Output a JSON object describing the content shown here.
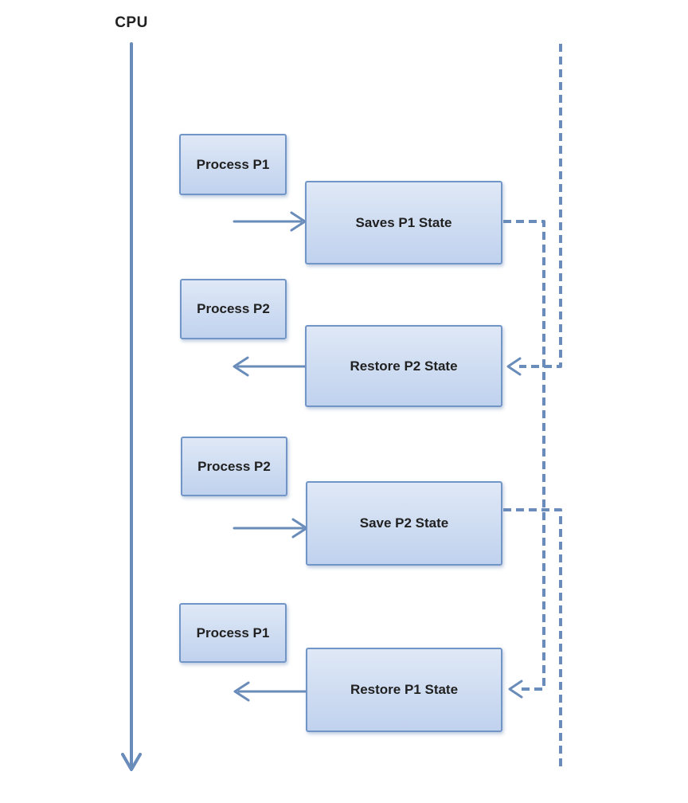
{
  "diagram": {
    "cpu_label": "CPU",
    "nodes": [
      {
        "id": "process-p1-first",
        "label": "Process P1"
      },
      {
        "id": "saves-p1-state",
        "label": "Saves P1 State"
      },
      {
        "id": "process-p2-first",
        "label": "Process P2"
      },
      {
        "id": "restore-p2-state",
        "label": "Restore P2 State"
      },
      {
        "id": "process-p2-second",
        "label": "Process P2"
      },
      {
        "id": "save-p2-state",
        "label": "Save P2 State"
      },
      {
        "id": "process-p1-second",
        "label": "Process P1"
      },
      {
        "id": "restore-p1-state",
        "label": "Restore P1 State"
      }
    ],
    "edges": [
      {
        "id": "arrow-into-saves-p1",
        "style": "solid",
        "direction": "right",
        "to": "Saves P1 State",
        "arrow": true
      },
      {
        "id": "dashed-timeline-into-restore-p2",
        "style": "dashed",
        "from": "timeline-top",
        "to": "Restore P2 State",
        "arrow": true
      },
      {
        "id": "arrow-out-of-restore-p2",
        "style": "solid",
        "direction": "left",
        "from": "Restore P2 State",
        "arrow": true
      },
      {
        "id": "arrow-into-save-p2",
        "style": "solid",
        "direction": "right",
        "to": "Save P2 State",
        "arrow": true
      },
      {
        "id": "dashed-saves-p1-to-restore-p1",
        "style": "dashed",
        "from": "Saves P1 State",
        "to": "Restore P1 State",
        "arrow": true
      },
      {
        "id": "dashed-save-p2-to-bottom",
        "style": "dashed",
        "from": "Save P2 State",
        "to": "timeline-bottom",
        "arrow": false
      },
      {
        "id": "arrow-out-of-restore-p1",
        "style": "solid",
        "direction": "left",
        "from": "Restore P1 State",
        "arrow": true
      }
    ],
    "colors": {
      "background": "#ffffff",
      "box_fill_top": "#dfe8f6",
      "box_fill_bottom": "#c0d2ee",
      "box_border": "#7295c8",
      "line": "#6a8cba",
      "text": "#212121"
    }
  }
}
